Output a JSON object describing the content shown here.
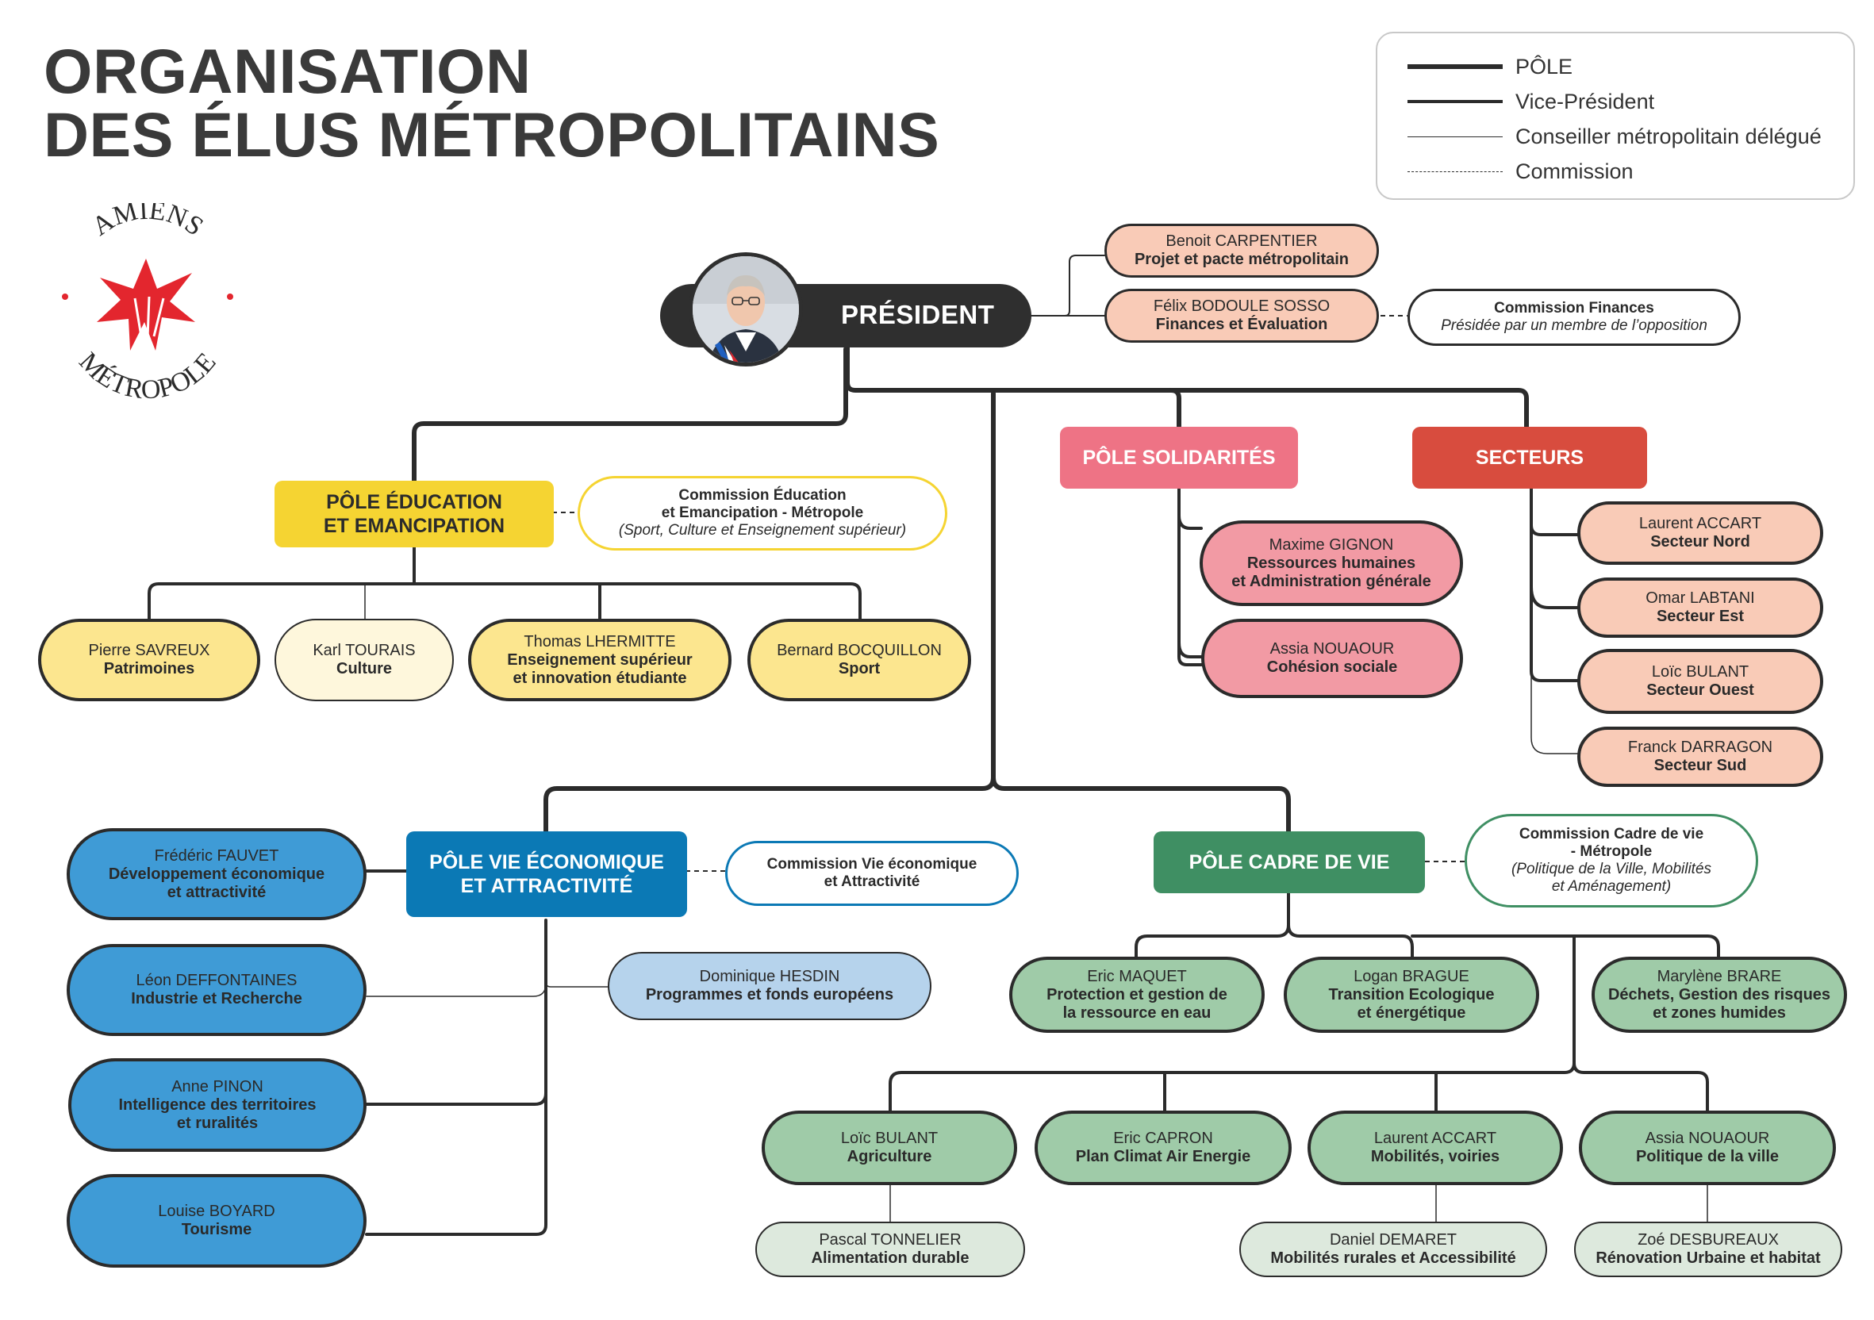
{
  "title": {
    "line1": "ORGANISATION",
    "line2": "DES ÉLUS MÉTROPOLITAINS"
  },
  "legend": [
    {
      "label": "PÔLE",
      "style": "thick"
    },
    {
      "label": "Vice-Président",
      "style": "medium"
    },
    {
      "label": "Conseiller métropolitain délégué",
      "style": "thin"
    },
    {
      "label": "Commission",
      "style": "dashed"
    }
  ],
  "logo": {
    "top": "AMIENS",
    "bottom": "MÉTROPOLE",
    "color": "#e3262e"
  },
  "president": {
    "label": "PRÉSIDENT"
  },
  "president_vps": [
    {
      "name": "Benoit CARPENTIER",
      "role": "Projet et pacte métropolitain"
    },
    {
      "name": "Félix BODOULE SOSSO",
      "role": "Finances et Évaluation"
    }
  ],
  "commission_finances": {
    "title": "Commission Finances",
    "note": "Présidée par un membre de l’opposition"
  },
  "poles": {
    "education": {
      "label1": "PÔLE ÉDUCATION",
      "label2": "ET EMANCIPATION",
      "color": "#f5d432",
      "commission": {
        "l1": "Commission Éducation",
        "l2": "et Emancipation - Métropole",
        "l3": "(Sport, Culture et Enseignement supérieur)"
      },
      "members": [
        {
          "name": "Pierre SAVREUX",
          "role": "Patrimoines"
        },
        {
          "name": "Karl TOURAIS",
          "role": "Culture"
        },
        {
          "name": "Thomas LHERMITTE",
          "role": "Enseignement supérieur",
          "role2": "et innovation étudiante"
        },
        {
          "name": "Bernard BOCQUILLON",
          "role": "Sport"
        }
      ]
    },
    "solidarites": {
      "label": "PÔLE SOLIDARITÉS",
      "color": "#ee7385",
      "members": [
        {
          "name": "Maxime GIGNON",
          "role": "Ressources humaines",
          "role2": "et Administration générale"
        },
        {
          "name": "Assia NOUAOUR",
          "role": "Cohésion sociale"
        }
      ]
    },
    "secteurs": {
      "label": "SECTEURS",
      "color": "#d84c3e",
      "members": [
        {
          "name": "Laurent ACCART",
          "role": "Secteur Nord"
        },
        {
          "name": "Omar LABTANI",
          "role": "Secteur Est"
        },
        {
          "name": "Loïc BULANT",
          "role": "Secteur Ouest"
        },
        {
          "name": "Franck DARRAGON",
          "role": "Secteur Sud"
        }
      ]
    },
    "economie": {
      "label1": "PÔLE VIE ÉCONOMIQUE",
      "label2": "ET ATTRACTIVITÉ",
      "color": "#0b79b5",
      "commission": {
        "l1": "Commission Vie économique",
        "l2": "et Attractivité"
      },
      "members": [
        {
          "name": "Frédéric FAUVET",
          "role": "Développement économique",
          "role2": "et attractivité"
        },
        {
          "name": "Léon DEFFONTAINES",
          "role": "Industrie et Recherche"
        },
        {
          "name": "Anne PINON",
          "role": "Intelligence des territoires",
          "role2": "et ruralités"
        },
        {
          "name": "Louise BOYARD",
          "role": "Tourisme"
        }
      ],
      "delegate": {
        "name": "Dominique HESDIN",
        "role": "Programmes et fonds européens"
      }
    },
    "cadre": {
      "label": "PÔLE CADRE DE VIE",
      "color": "#3f8f63",
      "commission": {
        "l1": "Commission Cadre de vie",
        "l2": "- Métropole",
        "l3": "(Politique de la Ville, Mobilités",
        "l4": "et Aménagement)"
      },
      "members_top": [
        {
          "name": "Eric MAQUET",
          "role": "Protection et gestion de",
          "role2": "la ressource en eau"
        },
        {
          "name": "Logan BRAGUE",
          "role": "Transition Ecologique",
          "role2": "et énergétique"
        },
        {
          "name": "Marylène BRARE",
          "role": "Déchets, Gestion des risques",
          "role2": "et zones humides"
        }
      ],
      "members_bottom": [
        {
          "name": "Loïc BULANT",
          "role": "Agriculture"
        },
        {
          "name": "Eric CAPRON",
          "role": "Plan Climat Air Energie"
        },
        {
          "name": "Laurent ACCART",
          "role": "Mobilités, voiries"
        },
        {
          "name": "Assia NOUAOUR",
          "role": "Politique de la ville"
        }
      ],
      "delegates": [
        {
          "name": "Pascal TONNELIER",
          "role": "Alimentation durable"
        },
        {
          "name": "Daniel DEMARET",
          "role": "Mobilités rurales et Accessibilité"
        },
        {
          "name": "Zoé DESBUREAUX",
          "role": "Rénovation Urbaine et habitat"
        }
      ]
    }
  }
}
